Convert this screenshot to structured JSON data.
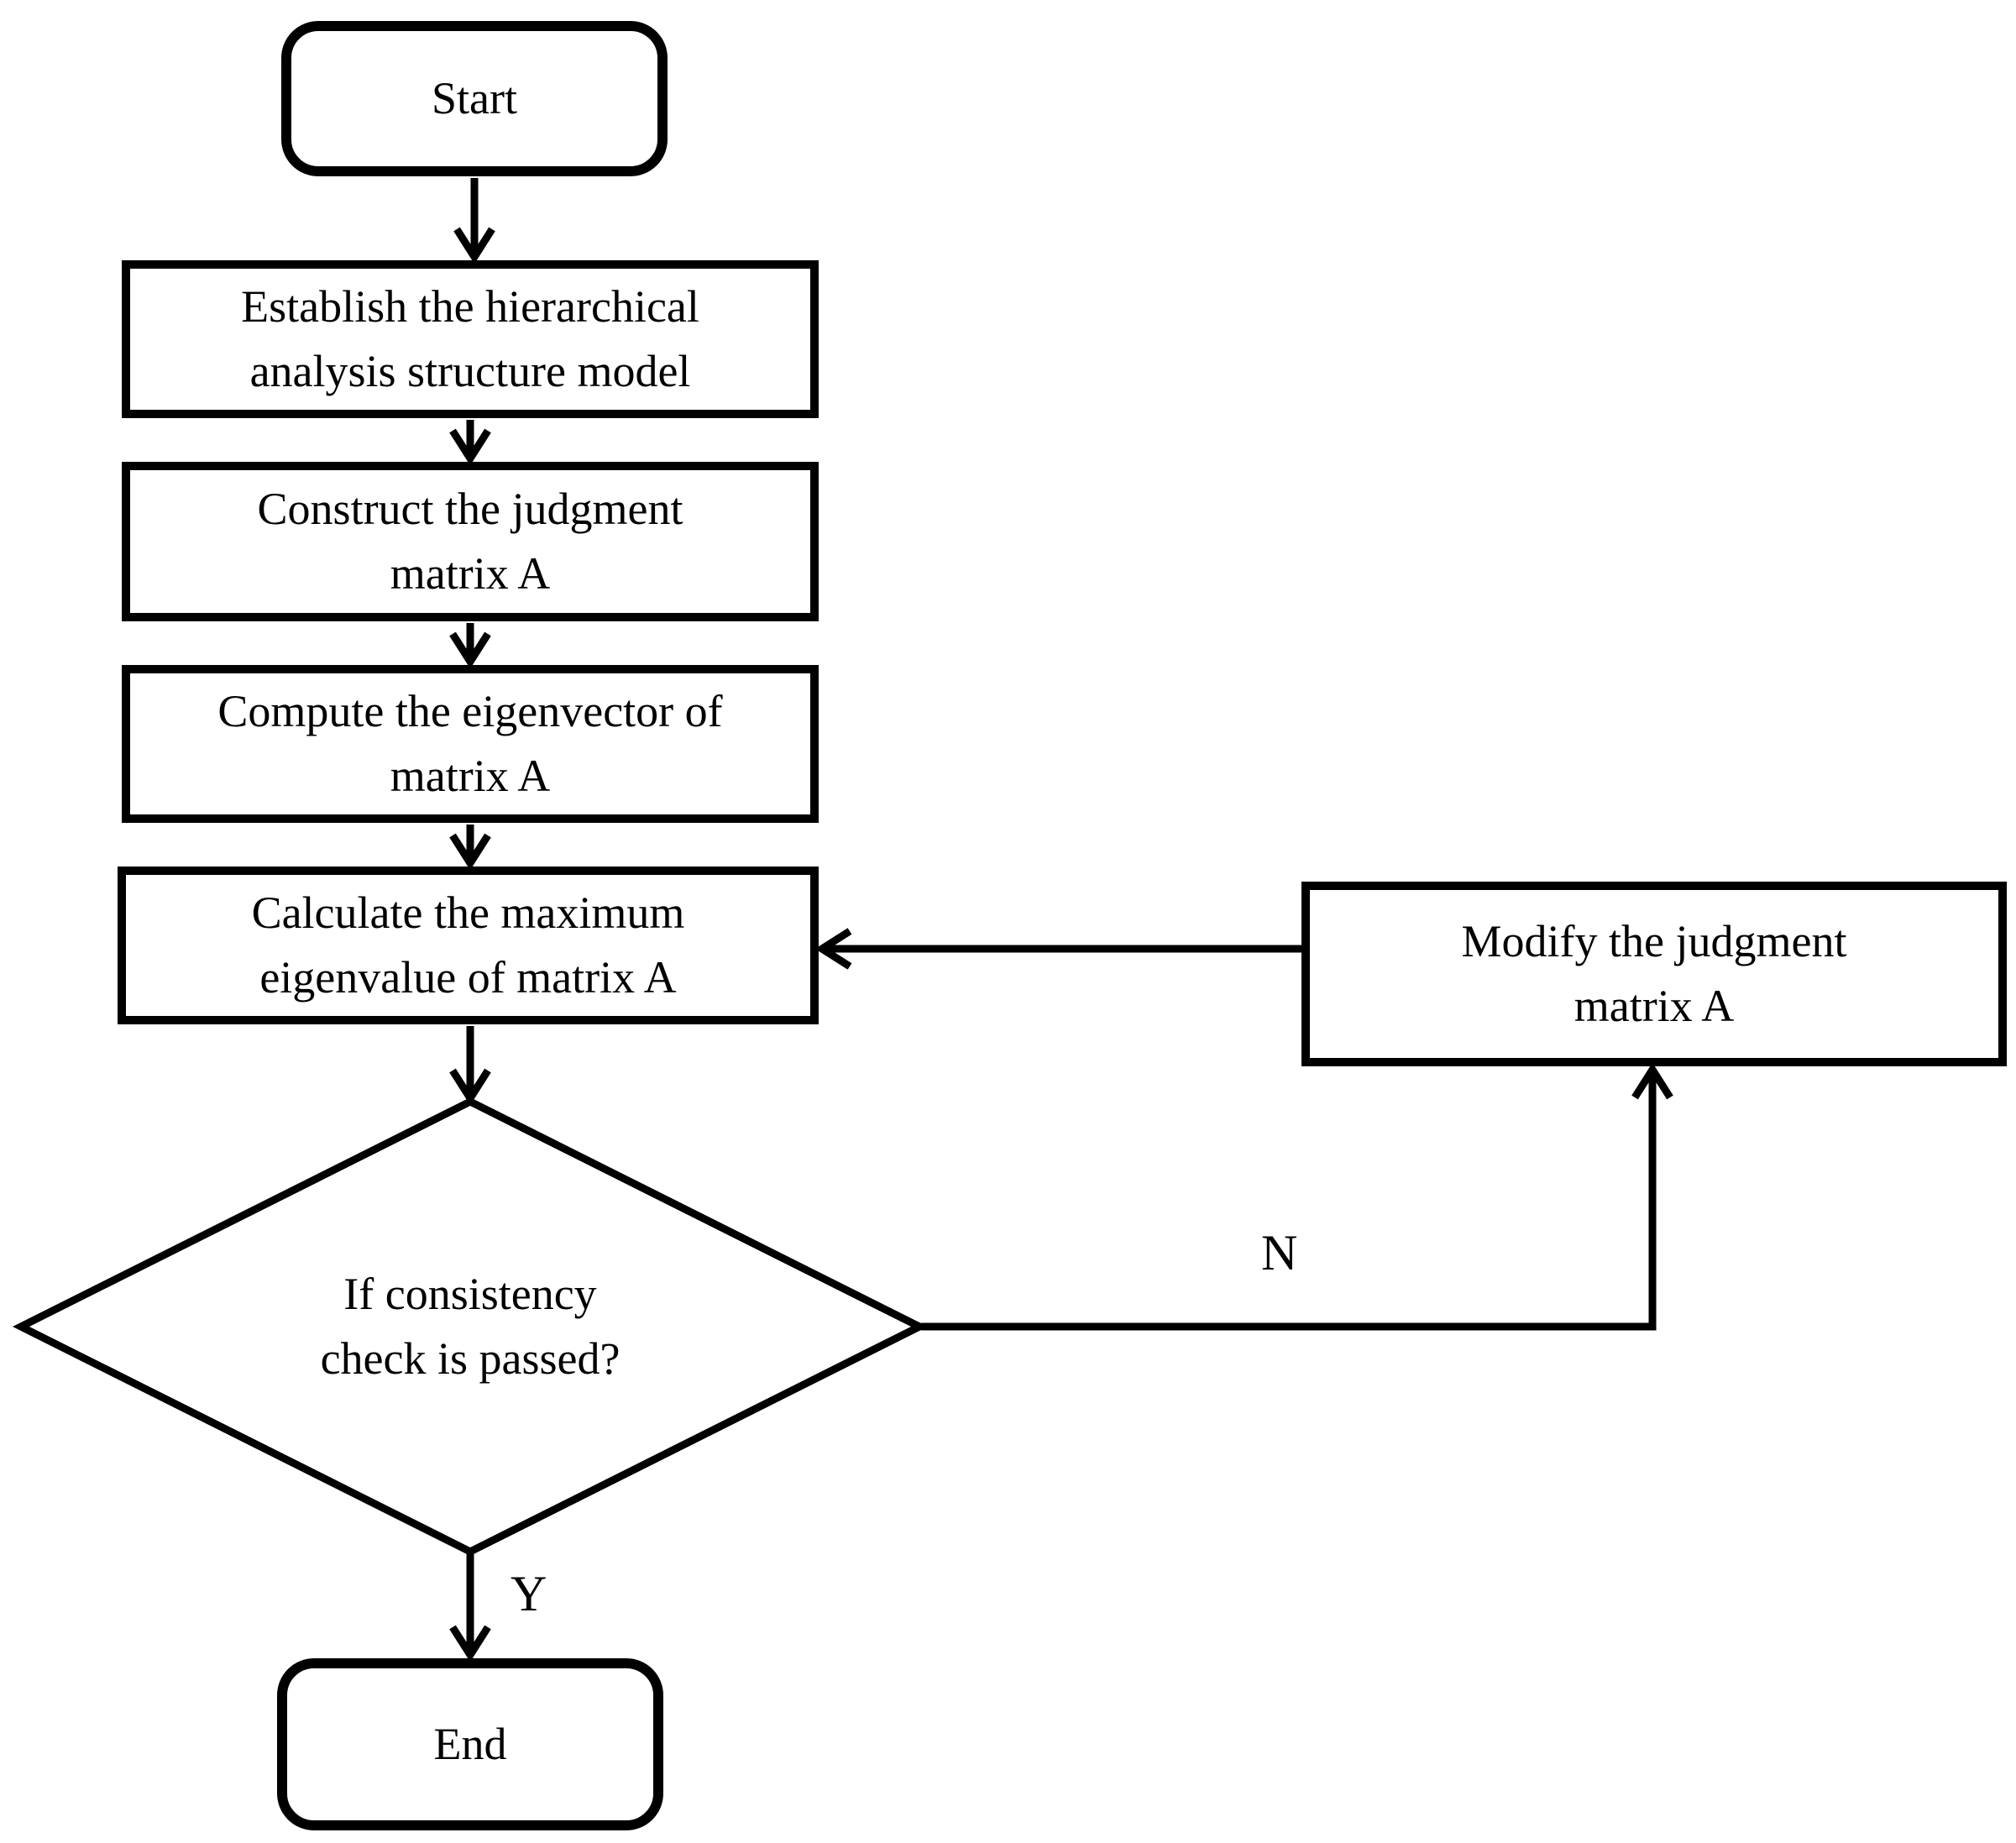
{
  "diagram": {
    "type": "flowchart",
    "colors": {
      "stroke": "#000000",
      "shape_fill": "#ffffff",
      "background": "#ffffff"
    },
    "nodes": {
      "start": {
        "shape": "rounded-terminal",
        "label": "Start"
      },
      "establish": {
        "shape": "process",
        "label": "Establish the hierarchical\nanalysis structure model"
      },
      "construct": {
        "shape": "process",
        "label": "Construct the judgment\nmatrix A"
      },
      "compute": {
        "shape": "process",
        "label": "Compute the eigenvector of\nmatrix A"
      },
      "calculate": {
        "shape": "process",
        "label": "Calculate the maximum\neigenvalue of matrix A"
      },
      "decision": {
        "shape": "diamond",
        "label": "If consistency\ncheck is passed?"
      },
      "modify": {
        "shape": "process",
        "label": "Modify the judgment\nmatrix A"
      },
      "end": {
        "shape": "rounded-terminal",
        "label": "End"
      }
    },
    "edges": {
      "start_establish": {
        "from": "start",
        "to": "establish",
        "label": ""
      },
      "establish_construct": {
        "from": "establish",
        "to": "construct",
        "label": ""
      },
      "construct_compute": {
        "from": "construct",
        "to": "compute",
        "label": ""
      },
      "compute_calculate": {
        "from": "compute",
        "to": "calculate",
        "label": ""
      },
      "calculate_decision": {
        "from": "calculate",
        "to": "decision",
        "label": ""
      },
      "decision_end": {
        "from": "decision",
        "to": "end",
        "label": "Y"
      },
      "decision_modify": {
        "from": "decision",
        "to": "modify",
        "label": "N"
      },
      "modify_calculate": {
        "from": "modify",
        "to": "calculate",
        "label": ""
      }
    }
  }
}
